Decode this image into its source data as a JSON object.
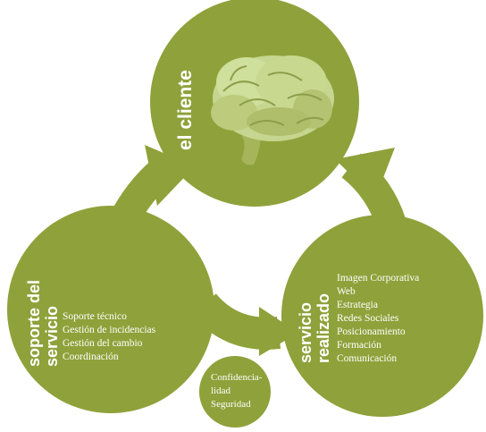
{
  "colors": {
    "circle": "#8fa13a",
    "arrow": "#8fa13a",
    "text": "#ffffff",
    "background": "#ffffff"
  },
  "client": {
    "title": "el cliente",
    "image": "brain-image"
  },
  "support": {
    "title_line1": "soporte del",
    "title_line2": "servicio",
    "items": [
      "Soporte técnico",
      "Gestión de incidencias",
      "Gestión del cambio",
      "Coordinación"
    ]
  },
  "service": {
    "title_line1": "servicio",
    "title_line2": "realizado",
    "items": [
      "Imagen Corporativa",
      "Web",
      "Estrategia",
      "Redes Sociales",
      "Posicionamiento",
      "Formación",
      "Comunicación"
    ]
  },
  "center": {
    "items": [
      "Confidencia-",
      "lidad",
      "Seguridad"
    ]
  }
}
